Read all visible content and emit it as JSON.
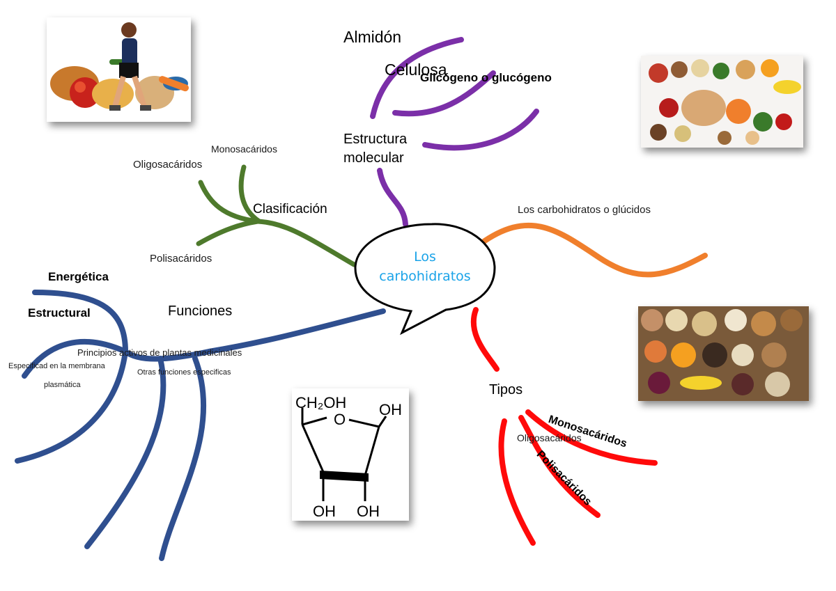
{
  "center": {
    "line1": "Los",
    "line2": "carbohidratos"
  },
  "branches": {
    "estructura": {
      "title_line1": "Estructura",
      "title_line2": "molecular",
      "items": [
        "Almidón",
        "Celulosa",
        "Glicógeno o glucógeno"
      ],
      "color": "#7b2fa8"
    },
    "definicion": {
      "items": [
        "Los carbohidratos o glúcidos"
      ],
      "color": "#f07f2c"
    },
    "clasificacion": {
      "title": "Clasificación",
      "items": [
        "Monosacáridos",
        "Oligosacáridos",
        "Polisacáridos"
      ],
      "color": "#4e7a2c"
    },
    "funciones": {
      "title": "Funciones",
      "items": [
        "Energética",
        "Estructural",
        "Principios activos de plantas medicinales",
        "Especificad en la membrana",
        "plasmática",
        "Otras funciones especificas"
      ],
      "color": "#2f4f8f"
    },
    "tipos": {
      "title": "Tipos",
      "items": [
        "Monosacáridos",
        "Oligosacáridos",
        "Polisacáridos"
      ],
      "color": "#ff0a0a"
    }
  },
  "structure_formula": {
    "top_left": "CH₂OH",
    "ring_oxygen": "O",
    "top_right": "OH",
    "bottom_left": "OH",
    "bottom_right": "OH"
  },
  "icons": [
    "runner-with-vegetables-image",
    "healthy-food-image",
    "grains-and-fruits-image",
    "ribose-structure-image"
  ]
}
